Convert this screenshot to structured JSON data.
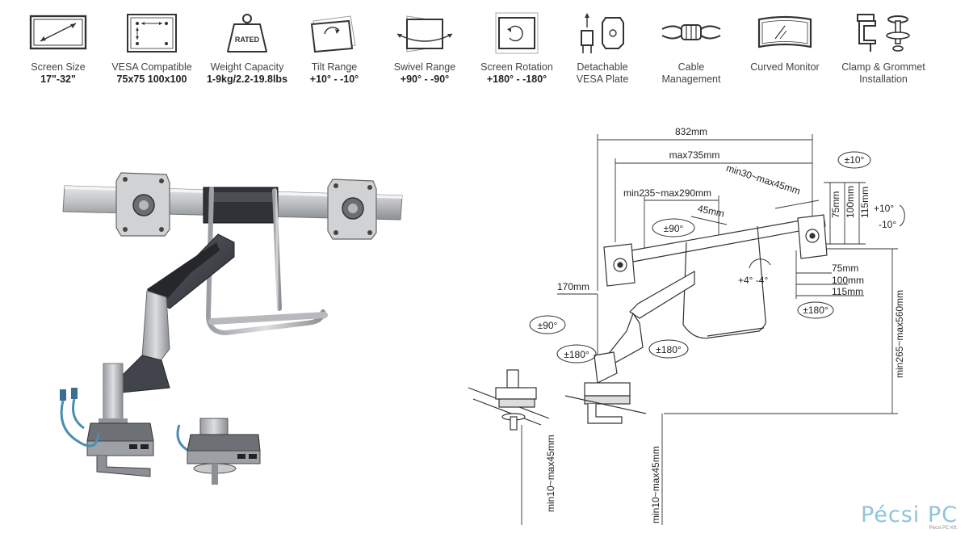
{
  "features": [
    {
      "title": "Screen Size",
      "value": "17\"-32\"",
      "value_bold": true,
      "icon": "screen-size-icon"
    },
    {
      "title": "VESA Compatible",
      "value": "75x75 100x100",
      "value_bold": true,
      "icon": "vesa-icon"
    },
    {
      "title": "Weight Capacity",
      "value": "1-9kg/2.2-19.8lbs",
      "value_bold": true,
      "icon": "weight-icon",
      "icon_text": "RATED"
    },
    {
      "title": "Tilt Range",
      "value": "+10° - -10°",
      "value_bold": true,
      "icon": "tilt-icon"
    },
    {
      "title": "Swivel Range",
      "value": "+90° - -90°",
      "value_bold": true,
      "icon": "swivel-icon"
    },
    {
      "title": "Screen Rotation",
      "value": "+180° - -180°",
      "value_bold": true,
      "icon": "rotation-icon"
    },
    {
      "title": "Detachable",
      "value": "VESA Plate",
      "value_bold": false,
      "icon": "vesa-plate-icon"
    },
    {
      "title": "Cable",
      "value": "Management",
      "value_bold": false,
      "icon": "cable-icon"
    },
    {
      "title": "Curved Monitor",
      "value": "",
      "value_bold": false,
      "icon": "curved-monitor-icon"
    },
    {
      "title": "Clamp & Grommet",
      "value": "Installation",
      "value_bold": false,
      "icon": "clamp-grommet-icon"
    }
  ],
  "dimensions": {
    "total_width": "832mm",
    "max_width": "max735mm",
    "arm_reach": "min30~max45mm",
    "arm_span": "min235~max290mm",
    "handle_gap": "45mm",
    "swivel_left": "±90°",
    "swivel_right": "±10°",
    "v75": "75mm",
    "v100": "100mm",
    "v115": "115mm",
    "tilt_up": "+10°",
    "tilt_down": "-10°",
    "h75": "75mm",
    "h100": "100mm",
    "h115": "115mm",
    "pivot": "+4° -4°",
    "rotation_right": "±180°",
    "depth": "170mm",
    "base_swivel": "±90°",
    "base_rotation": "±180°",
    "arm_rotation": "±180°",
    "height_range": "min265~max560mm",
    "desk_left": "min10~max45mm",
    "desk_right": "min10~max45mm"
  },
  "logo": {
    "brand": "Pécsi PC",
    "sub": "Pécsi PC Kft."
  },
  "colors": {
    "accent": "#8fc4da",
    "line": "#333333",
    "arm": "#3a3d42",
    "metal": "#c9cbcd"
  }
}
